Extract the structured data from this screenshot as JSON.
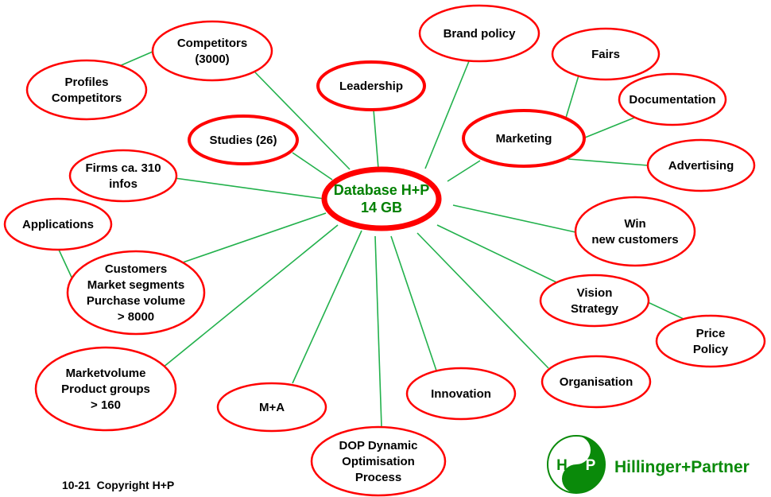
{
  "colors": {
    "node_border": "#ff0000",
    "connector": "#22b14c",
    "center_text": "#008000",
    "brand_green": "#0a8a0a"
  },
  "center": {
    "id": "database",
    "lines": [
      "Database H+P",
      "14 GB"
    ]
  },
  "nodes": [
    {
      "id": "competitors",
      "lines": [
        "Competitors",
        "(3000)"
      ]
    },
    {
      "id": "profiles-competitors",
      "lines": [
        "Profiles",
        "Competitors"
      ]
    },
    {
      "id": "leadership",
      "lines": [
        "Leadership"
      ]
    },
    {
      "id": "brand-policy",
      "lines": [
        "Brand policy"
      ]
    },
    {
      "id": "fairs",
      "lines": [
        "Fairs"
      ]
    },
    {
      "id": "documentation",
      "lines": [
        "Documentation"
      ]
    },
    {
      "id": "marketing",
      "lines": [
        "Marketing"
      ]
    },
    {
      "id": "advertising",
      "lines": [
        "Advertising"
      ]
    },
    {
      "id": "studies",
      "lines": [
        "Studies (26)"
      ]
    },
    {
      "id": "firms",
      "lines": [
        "Firms ca. 310",
        "infos"
      ]
    },
    {
      "id": "applications",
      "lines": [
        "Applications"
      ]
    },
    {
      "id": "customers",
      "lines": [
        "Customers",
        "Market segments",
        "Purchase volume",
        "> 8000"
      ]
    },
    {
      "id": "win-new-customers",
      "lines": [
        "Win",
        "new customers"
      ]
    },
    {
      "id": "vision-strategy",
      "lines": [
        "Vision",
        "Strategy"
      ]
    },
    {
      "id": "price-policy",
      "lines": [
        "Price",
        "Policy"
      ]
    },
    {
      "id": "marketvolume",
      "lines": [
        "Marketvolume",
        "Product groups",
        "> 160"
      ]
    },
    {
      "id": "m-and-a",
      "lines": [
        "M+A"
      ]
    },
    {
      "id": "dop",
      "lines": [
        "DOP Dynamic",
        "Optimisation",
        "Process"
      ]
    },
    {
      "id": "innovation",
      "lines": [
        "Innovation"
      ]
    },
    {
      "id": "organisation",
      "lines": [
        "Organisation"
      ]
    }
  ],
  "logo": {
    "letters": [
      "H",
      "P"
    ],
    "name": "Hillinger+Partner"
  },
  "footer": "10-21  Copyright H+P"
}
